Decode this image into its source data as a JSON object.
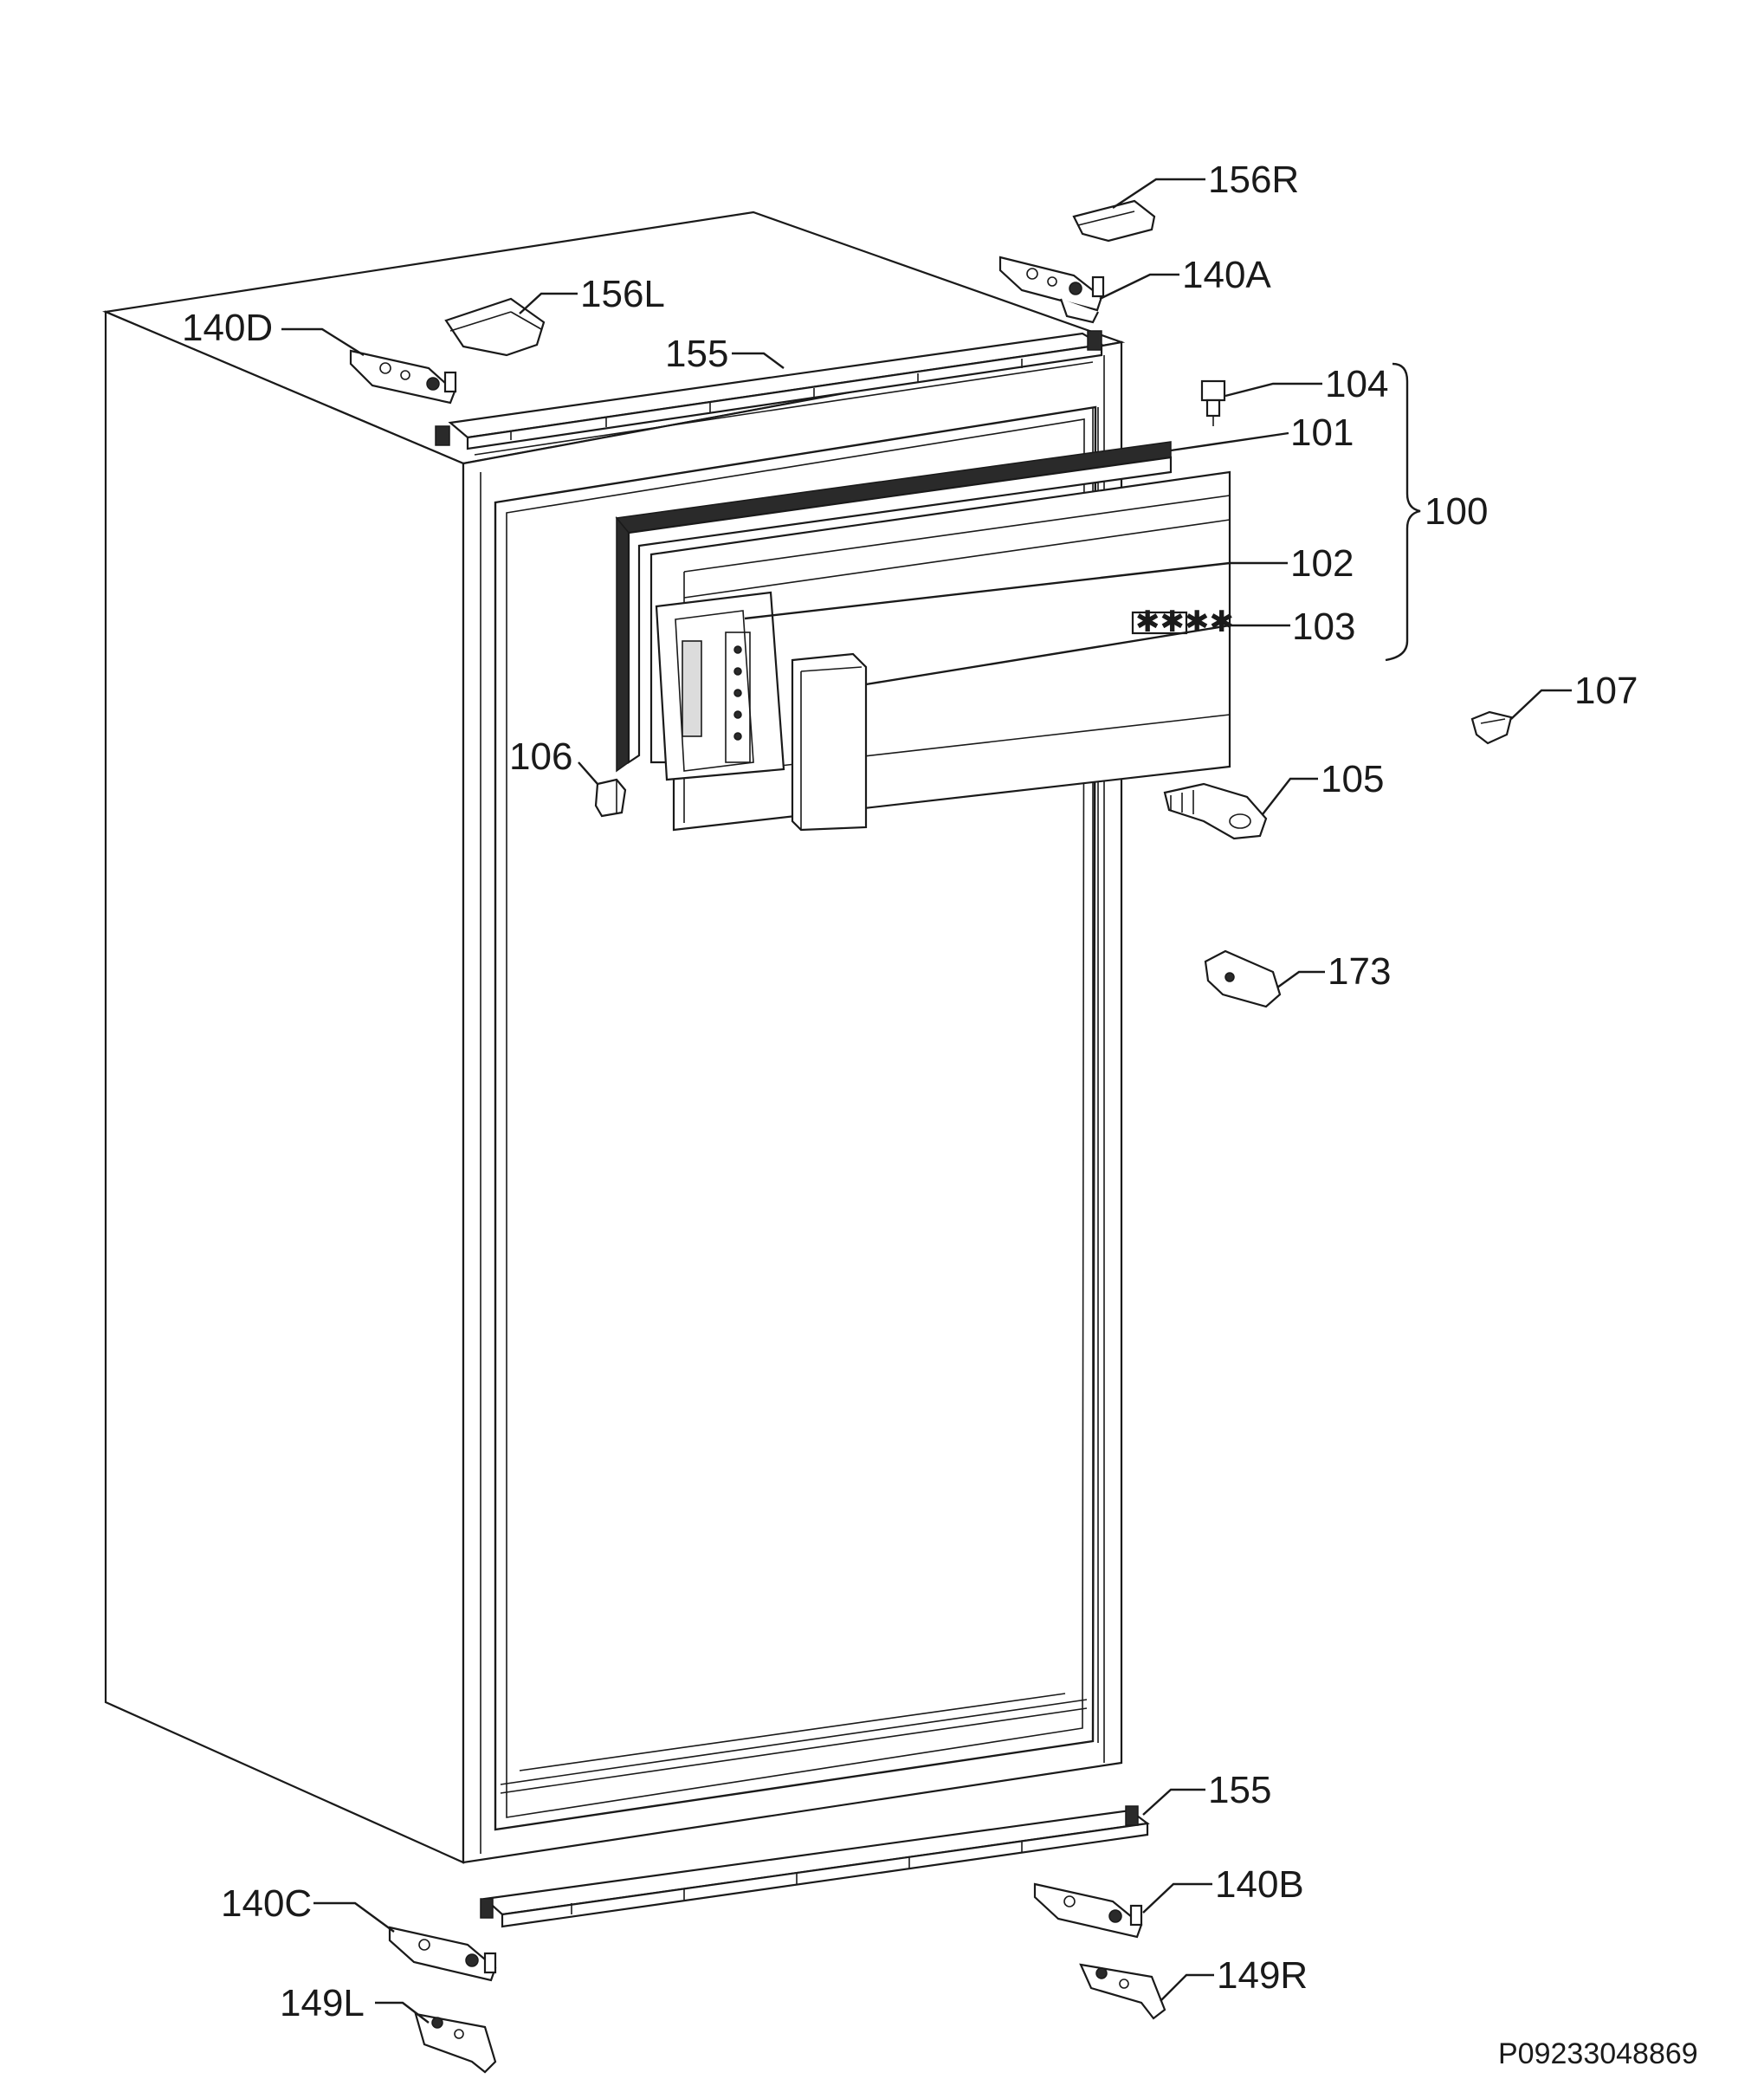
{
  "diagram": {
    "reference_code": "P09233048869",
    "callouts": [
      {
        "id": "156R",
        "label": "156R"
      },
      {
        "id": "140A",
        "label": "140A"
      },
      {
        "id": "156L",
        "label": "156L"
      },
      {
        "id": "140D",
        "label": "140D"
      },
      {
        "id": "155-top",
        "label": "155"
      },
      {
        "id": "104",
        "label": "104"
      },
      {
        "id": "101",
        "label": "101"
      },
      {
        "id": "100",
        "label": "100"
      },
      {
        "id": "102",
        "label": "102"
      },
      {
        "id": "103",
        "label": "103"
      },
      {
        "id": "107",
        "label": "107"
      },
      {
        "id": "106",
        "label": "106"
      },
      {
        "id": "105",
        "label": "105"
      },
      {
        "id": "173",
        "label": "173"
      },
      {
        "id": "155-bottom",
        "label": "155"
      },
      {
        "id": "140B",
        "label": "140B"
      },
      {
        "id": "140C",
        "label": "140C"
      },
      {
        "id": "149R",
        "label": "149R"
      },
      {
        "id": "149L",
        "label": "149L"
      }
    ]
  }
}
